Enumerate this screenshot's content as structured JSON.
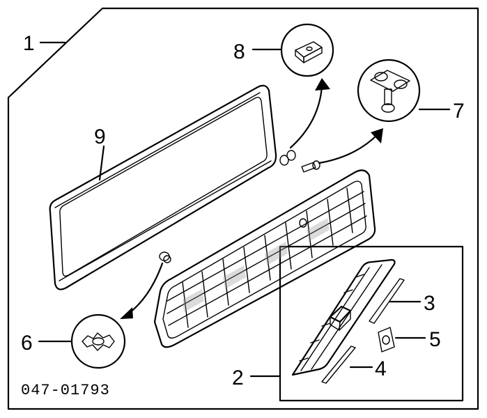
{
  "diagram": {
    "part_number": "047-01793",
    "callouts": [
      {
        "id": "1",
        "label": "1"
      },
      {
        "id": "2",
        "label": "2"
      },
      {
        "id": "3",
        "label": "3"
      },
      {
        "id": "4",
        "label": "4"
      },
      {
        "id": "5",
        "label": "5"
      },
      {
        "id": "6",
        "label": "6"
      },
      {
        "id": "7",
        "label": "7"
      },
      {
        "id": "8",
        "label": "8"
      },
      {
        "id": "9",
        "label": "9"
      }
    ]
  }
}
